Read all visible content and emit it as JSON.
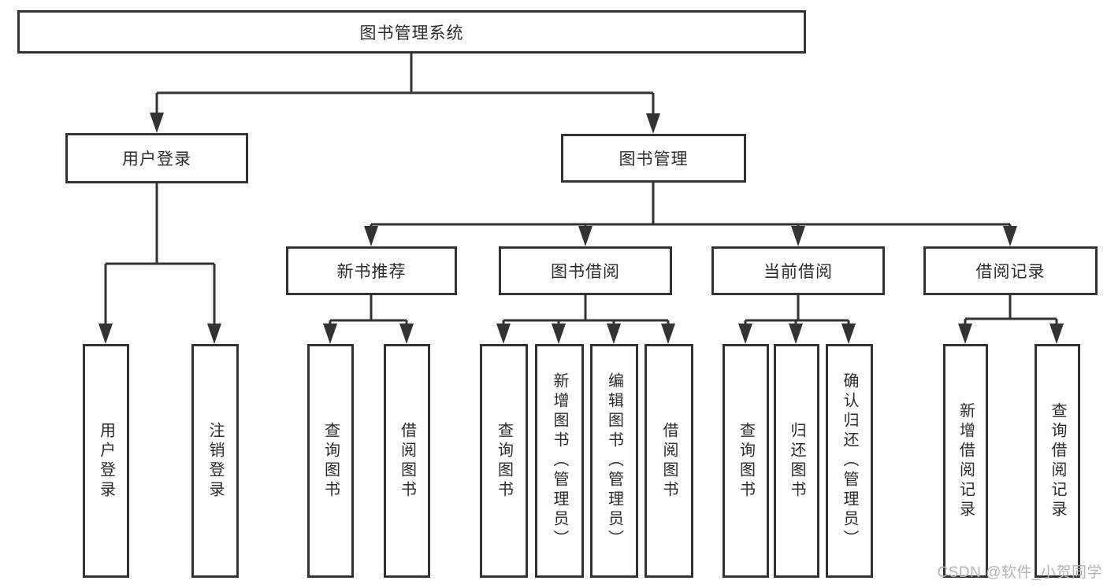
{
  "diagram": {
    "title": "图书管理系统",
    "level1": [
      {
        "label": "用户登录",
        "children": [
          {
            "label": "用户登录"
          },
          {
            "label": "注销登录"
          }
        ]
      },
      {
        "label": "图书管理",
        "children": [
          {
            "label": "新书推荐",
            "children": [
              {
                "label": "查询图书"
              },
              {
                "label": "借阅图书"
              }
            ]
          },
          {
            "label": "图书借阅",
            "children": [
              {
                "label": "查询图书"
              },
              {
                "label": "新增图书（管理员）"
              },
              {
                "label": "编辑图书（管理员）"
              },
              {
                "label": "借阅图书"
              }
            ]
          },
          {
            "label": "当前借阅",
            "children": [
              {
                "label": "查询图书"
              },
              {
                "label": "归还图书"
              },
              {
                "label": "确认归还（管理员）"
              }
            ]
          },
          {
            "label": "借阅记录",
            "children": [
              {
                "label": "新增借阅记录"
              },
              {
                "label": "查询借阅记录"
              }
            ]
          }
        ]
      }
    ]
  },
  "watermark": {
    "text": "CSDN @软件_小贺同学",
    "color": "#b4b4b4"
  },
  "colors": {
    "line": "#333333",
    "text": "#2b2b2b",
    "background": "#ffffff"
  }
}
